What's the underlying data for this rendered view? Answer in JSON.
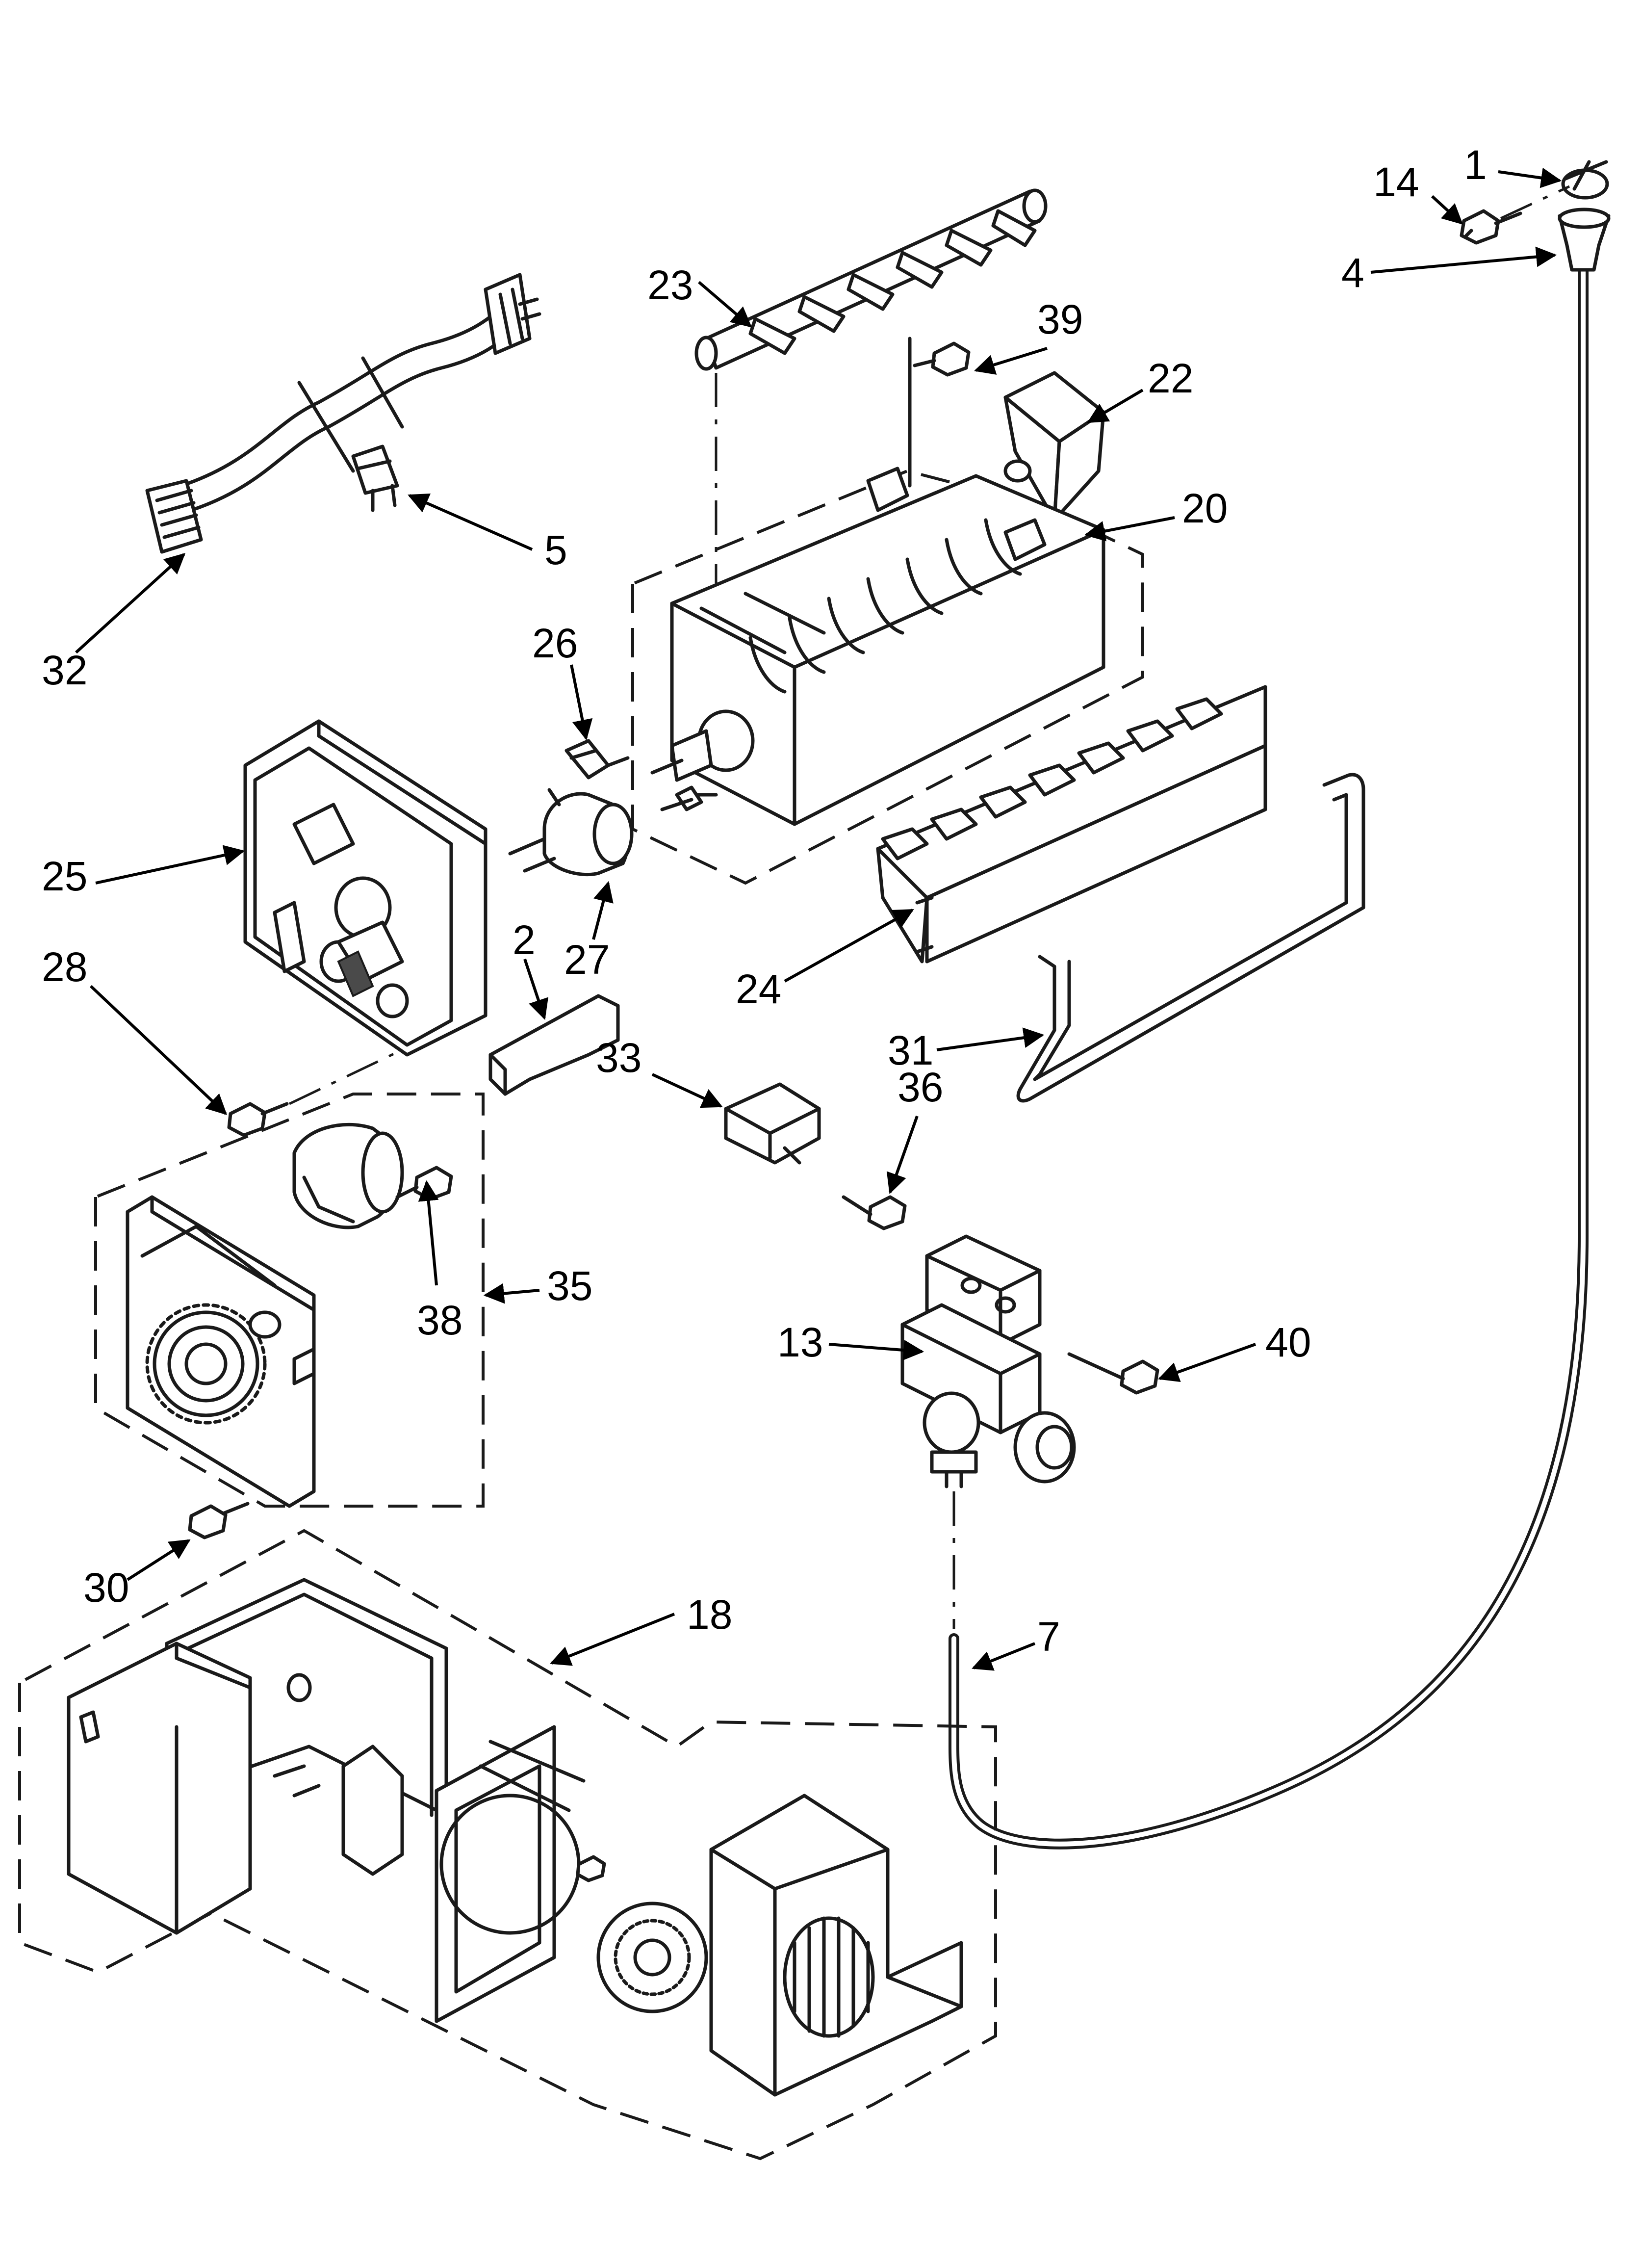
{
  "callouts": [
    {
      "id": "c1",
      "label": "1"
    },
    {
      "id": "c2",
      "label": "2"
    },
    {
      "id": "c4",
      "label": "4"
    },
    {
      "id": "c5",
      "label": "5"
    },
    {
      "id": "c7",
      "label": "7"
    },
    {
      "id": "c13",
      "label": "13"
    },
    {
      "id": "c14",
      "label": "14"
    },
    {
      "id": "c18",
      "label": "18"
    },
    {
      "id": "c20",
      "label": "20"
    },
    {
      "id": "c22",
      "label": "22"
    },
    {
      "id": "c23",
      "label": "23"
    },
    {
      "id": "c24",
      "label": "24"
    },
    {
      "id": "c25",
      "label": "25"
    },
    {
      "id": "c26",
      "label": "26"
    },
    {
      "id": "c27",
      "label": "27"
    },
    {
      "id": "c28",
      "label": "28"
    },
    {
      "id": "c30",
      "label": "30"
    },
    {
      "id": "c31",
      "label": "31"
    },
    {
      "id": "c32",
      "label": "32"
    },
    {
      "id": "c33",
      "label": "33"
    },
    {
      "id": "c35",
      "label": "35"
    },
    {
      "id": "c36",
      "label": "36"
    },
    {
      "id": "c38",
      "label": "38"
    },
    {
      "id": "c39",
      "label": "39"
    },
    {
      "id": "c40",
      "label": "40"
    }
  ],
  "colors": {
    "ink": "#1a1a1a",
    "background": "#ffffff",
    "shade": "#4a4a4a"
  }
}
